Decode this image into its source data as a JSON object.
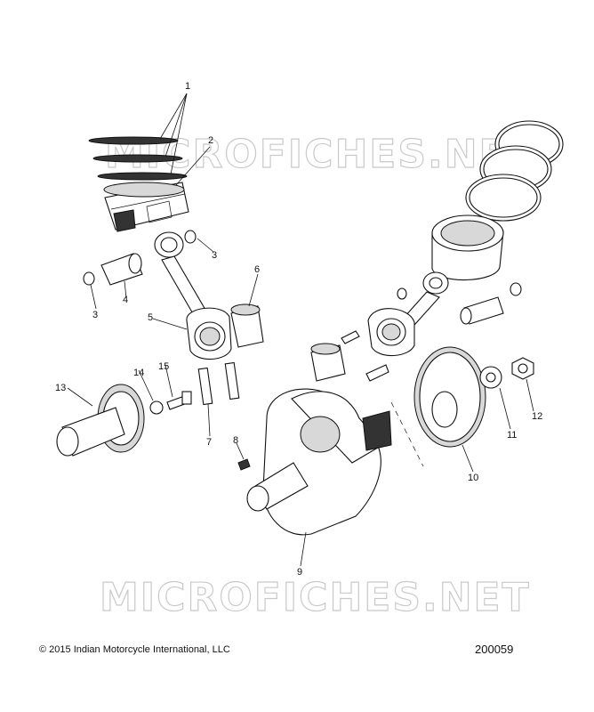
{
  "watermark": {
    "text": "MICROFICHES.NET"
  },
  "callouts": [
    {
      "id": "1",
      "label": "1"
    },
    {
      "id": "2",
      "label": "2"
    },
    {
      "id": "3a",
      "label": "3"
    },
    {
      "id": "3b",
      "label": "3"
    },
    {
      "id": "4",
      "label": "4"
    },
    {
      "id": "5",
      "label": "5"
    },
    {
      "id": "6",
      "label": "6"
    },
    {
      "id": "7",
      "label": "7"
    },
    {
      "id": "8",
      "label": "8"
    },
    {
      "id": "9",
      "label": "9"
    },
    {
      "id": "10",
      "label": "10"
    },
    {
      "id": "11",
      "label": "11"
    },
    {
      "id": "12",
      "label": "12"
    },
    {
      "id": "13",
      "label": "13"
    },
    {
      "id": "14",
      "label": "14"
    },
    {
      "id": "15",
      "label": "15"
    }
  ],
  "footer": {
    "copyright": "© 2015 Indian Motorcycle International, LLC",
    "doc_number": "200059"
  }
}
